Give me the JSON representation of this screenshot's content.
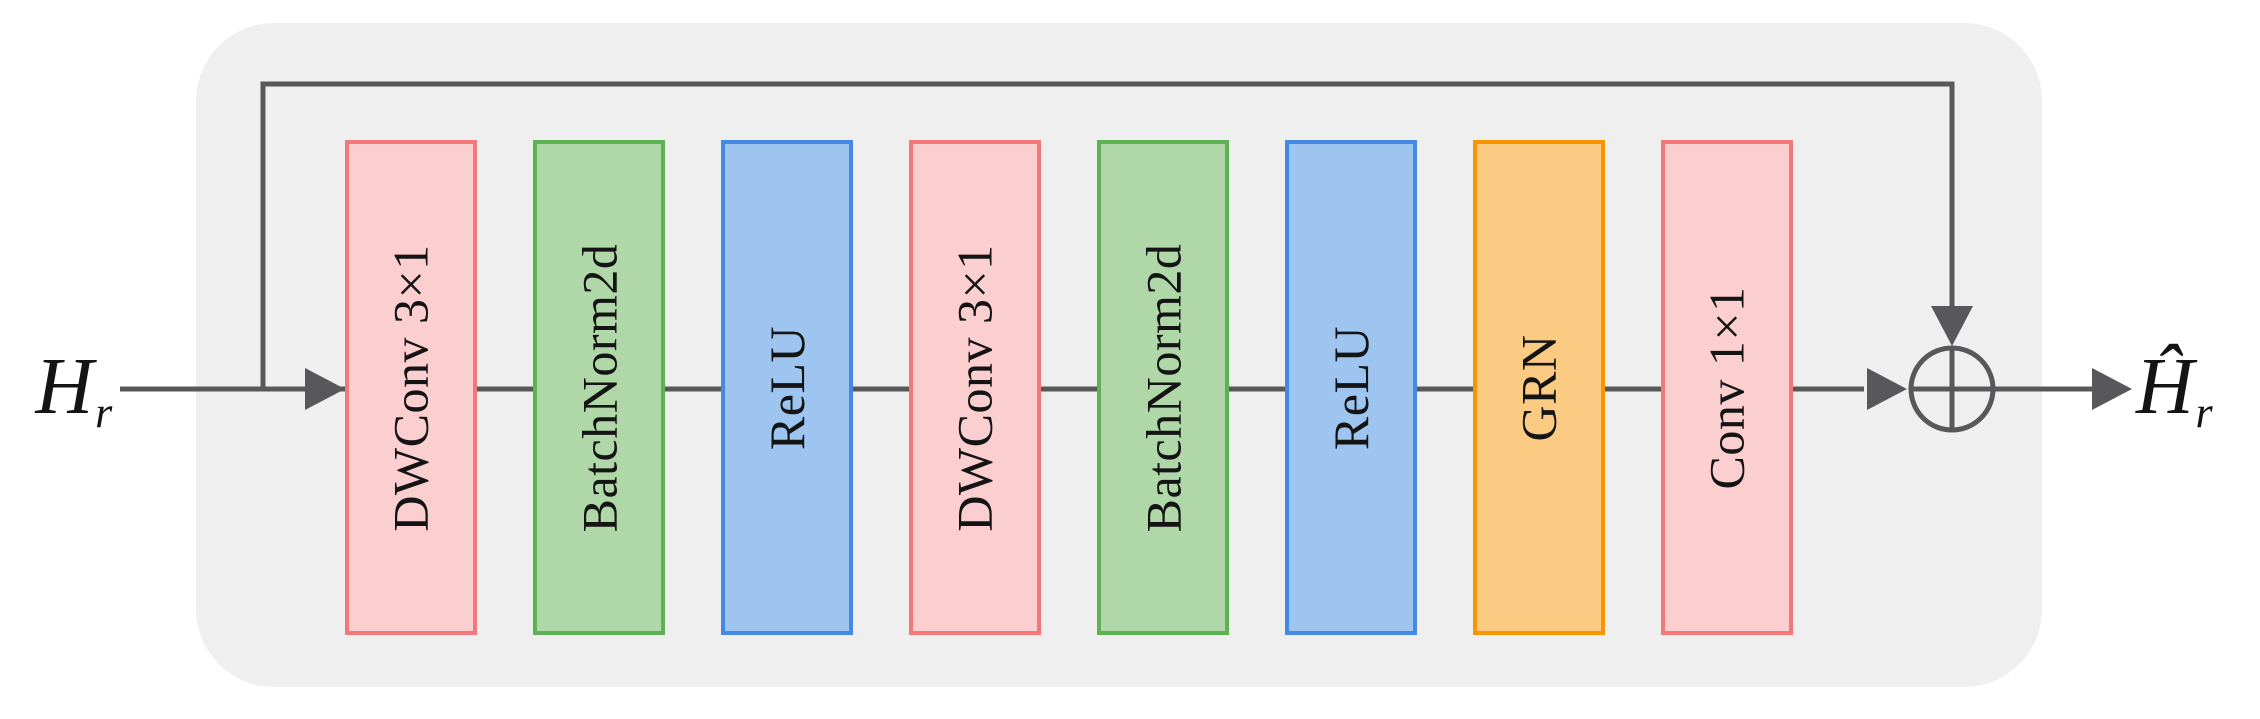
{
  "diagram": {
    "input_label": {
      "base": "H",
      "subscript": "r"
    },
    "output_label": {
      "base": "Ĥ",
      "subscript": "r"
    },
    "blocks": [
      {
        "label": "DWConv 3×1",
        "fill": "#FBCFD0",
        "border": "#F4777A"
      },
      {
        "label": "BatchNorm2d",
        "fill": "#AFD7A7",
        "border": "#5FB254"
      },
      {
        "label": "ReLU",
        "fill": "#9DC5F0",
        "border": "#4489E4"
      },
      {
        "label": "DWConv 3×1",
        "fill": "#FBCFD0",
        "border": "#F4777A"
      },
      {
        "label": "BatchNorm2d",
        "fill": "#AFD7A7",
        "border": "#5FB254"
      },
      {
        "label": "ReLU",
        "fill": "#9DC5F0",
        "border": "#4489E4"
      },
      {
        "label": "GRN",
        "fill": "#FBCA83",
        "border": "#F79500"
      },
      {
        "label": "Conv 1×1",
        "fill": "#FBCFD0",
        "border": "#F4777A"
      }
    ],
    "operator": {
      "name": "elementwise-add",
      "symbol": "⊕"
    },
    "colors": {
      "background": "#FFFFFF",
      "container": "#F0EFEF",
      "line": "#58585A",
      "text": "#141414"
    }
  }
}
